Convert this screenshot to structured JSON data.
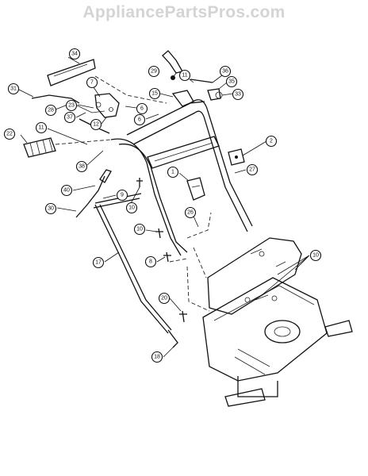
{
  "watermark": "AppliancePartsPros.com",
  "callouts": [
    "34",
    "29",
    "31",
    "7",
    "36",
    "11",
    "35",
    "28",
    "23",
    "33",
    "37",
    "6",
    "15",
    "12",
    "6",
    "2",
    "22",
    "11",
    "38",
    "1",
    "27",
    "40",
    "9",
    "30",
    "10",
    "26",
    "10",
    "17",
    "8",
    "10",
    "20",
    "18"
  ]
}
